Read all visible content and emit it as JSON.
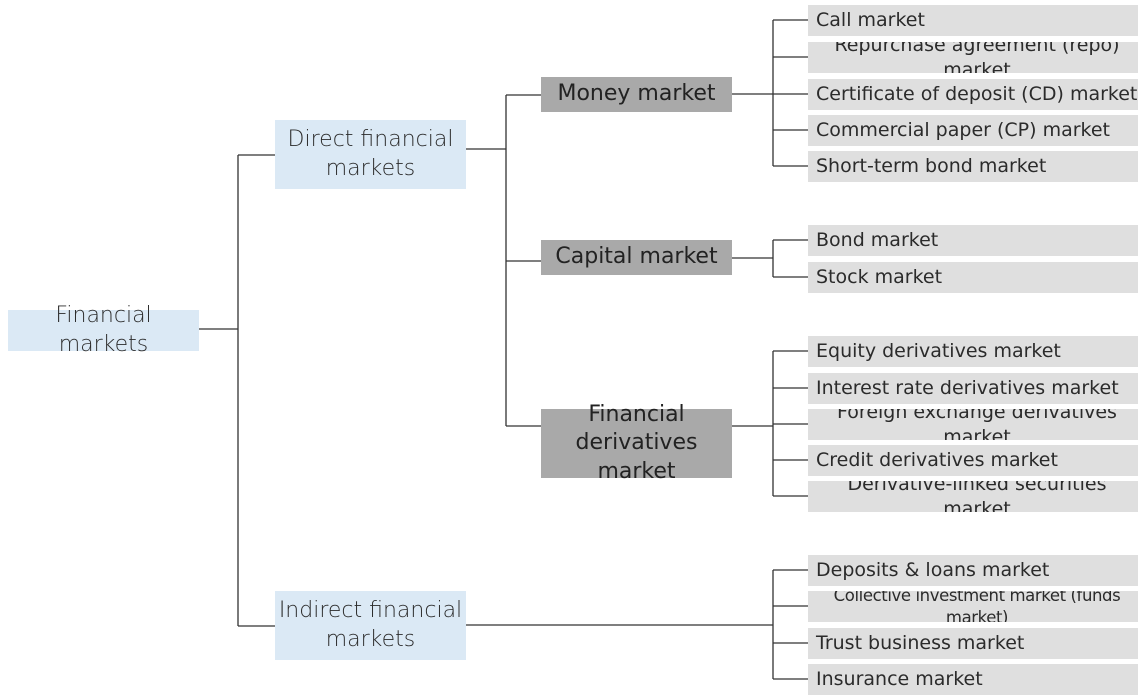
{
  "root": {
    "label": "Financial markets"
  },
  "direct": {
    "label": "Direct financial\nmarkets"
  },
  "indirect": {
    "label": "Indirect financial\nmarkets"
  },
  "money": {
    "label": "Money market",
    "items": [
      "Call market",
      "Repurchase agreement (repo) market",
      "Certificate of deposit (CD) market",
      "Commercial paper (CP) market",
      "Short-term bond market"
    ]
  },
  "capital": {
    "label": "Capital market",
    "items": [
      "Bond market",
      "Stock market"
    ]
  },
  "derivatives": {
    "label": "Financial\nderivatives market",
    "items": [
      "Equity derivatives market",
      "Interest rate derivatives market",
      "Foreign exchange derivatives market",
      "Credit derivatives market",
      "Derivative-linked securities market"
    ]
  },
  "indirect_items": [
    "Deposits & loans market",
    "Collective investment market (funds market)",
    "Trust business market",
    "Insurance market"
  ],
  "colors": {
    "level1": "#dbe9f5",
    "level2": "#a9a9a9",
    "leaf": "#dfdfdf",
    "line": "#333333"
  }
}
